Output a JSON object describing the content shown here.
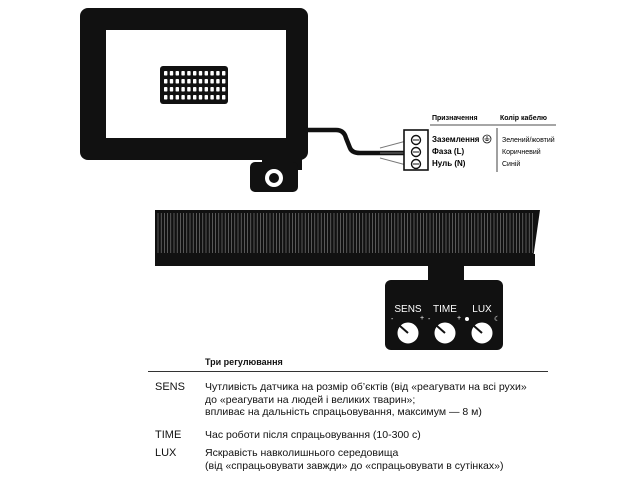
{
  "wiring": {
    "col_purpose": "Призначення",
    "col_cable": "Колір кабелю",
    "rows": [
      {
        "label": "Заземлення",
        "color": "Зелений/жовтий"
      },
      {
        "label": "Фаза (L)",
        "color": "Коричневий"
      },
      {
        "label": "Нуль (N)",
        "color": "Синій"
      }
    ]
  },
  "knobs": [
    "SENS",
    "TIME",
    "LUX"
  ],
  "adjust": {
    "header": "Три регулювання",
    "rows": [
      {
        "key": "SENS",
        "lines": [
          "Чутливість датчика на розмір об’єктів (від «реагувати на всі рухи»",
          "до «реагувати на людей і великих тварин»;",
          "впливає на дальність спрацьовування, максимум — 8 м)"
        ]
      },
      {
        "key": "TIME",
        "lines": [
          "Час роботи після спрацьовування (10-300 с)"
        ]
      },
      {
        "key": "LUX",
        "lines": [
          "Яскравість навколишнього середовища",
          "(від «спрацьовувати завжди» до «спрацьовувати в сутінках»)"
        ]
      }
    ]
  }
}
